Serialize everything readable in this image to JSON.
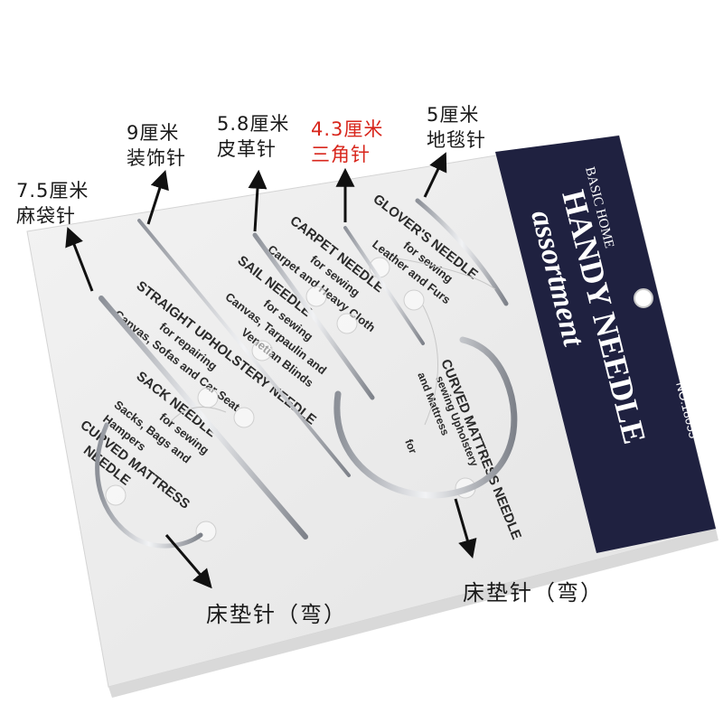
{
  "labels": {
    "l1_size": "7.5厘米",
    "l1_name": "麻袋针",
    "l2_size": "9厘米",
    "l2_name": "装饰针",
    "l3_size": "5.8厘米",
    "l3_name": "皮革针",
    "l4_size": "4.3厘米",
    "l4_name": "三角针",
    "l5_size": "5厘米",
    "l5_name": "地毯针",
    "bottom_left": "床垫针（弯）",
    "bottom_right": "床垫针（弯）"
  },
  "card": {
    "brand_top": "BASIC HOME",
    "brand_main": "HANDY NEEDLE",
    "brand_sub": "assortment",
    "model": "NO.18055",
    "glover_title": "GLOVER'S NEEDLE",
    "glover_desc1": "for sewing",
    "glover_desc2": "Leather and Furs",
    "carpet_title": "CARPET NEEDLE",
    "carpet_desc1": "for sewing",
    "carpet_desc2": "Carpet and Heavy Cloth",
    "sail_title": "SAIL NEEDLE",
    "sail_desc1": "for sewing",
    "sail_desc2": "Canvas, Tarpaulin and",
    "sail_desc3": "Venetian Blinds",
    "straight_title": "STRAIGHT UPHOLSTERY NEEDLE",
    "straight_desc1": "for repairing",
    "straight_desc2": "Canvas, Sofas and Car Seat",
    "sack_title": "SACK NEEDLE",
    "sack_desc1": "for sewing",
    "sack_desc2": "Sacks, Bags and",
    "sack_desc3": "Hampers",
    "curved_big_title": "CURVED MATTRESS NEEDLE",
    "curved_big_desc1": "for",
    "curved_big_desc2": "sewing Upholstery",
    "curved_big_desc3": "and Mattress",
    "curved_small_title1": "CURVED MATTRESS",
    "curved_small_title2": "NEEDLE"
  },
  "colors": {
    "card": "#ececec",
    "card_panel": "#1f2140",
    "text_dark": "#1a1a1a",
    "red_label": "#d8261c",
    "needle": "#b8bcc3"
  }
}
